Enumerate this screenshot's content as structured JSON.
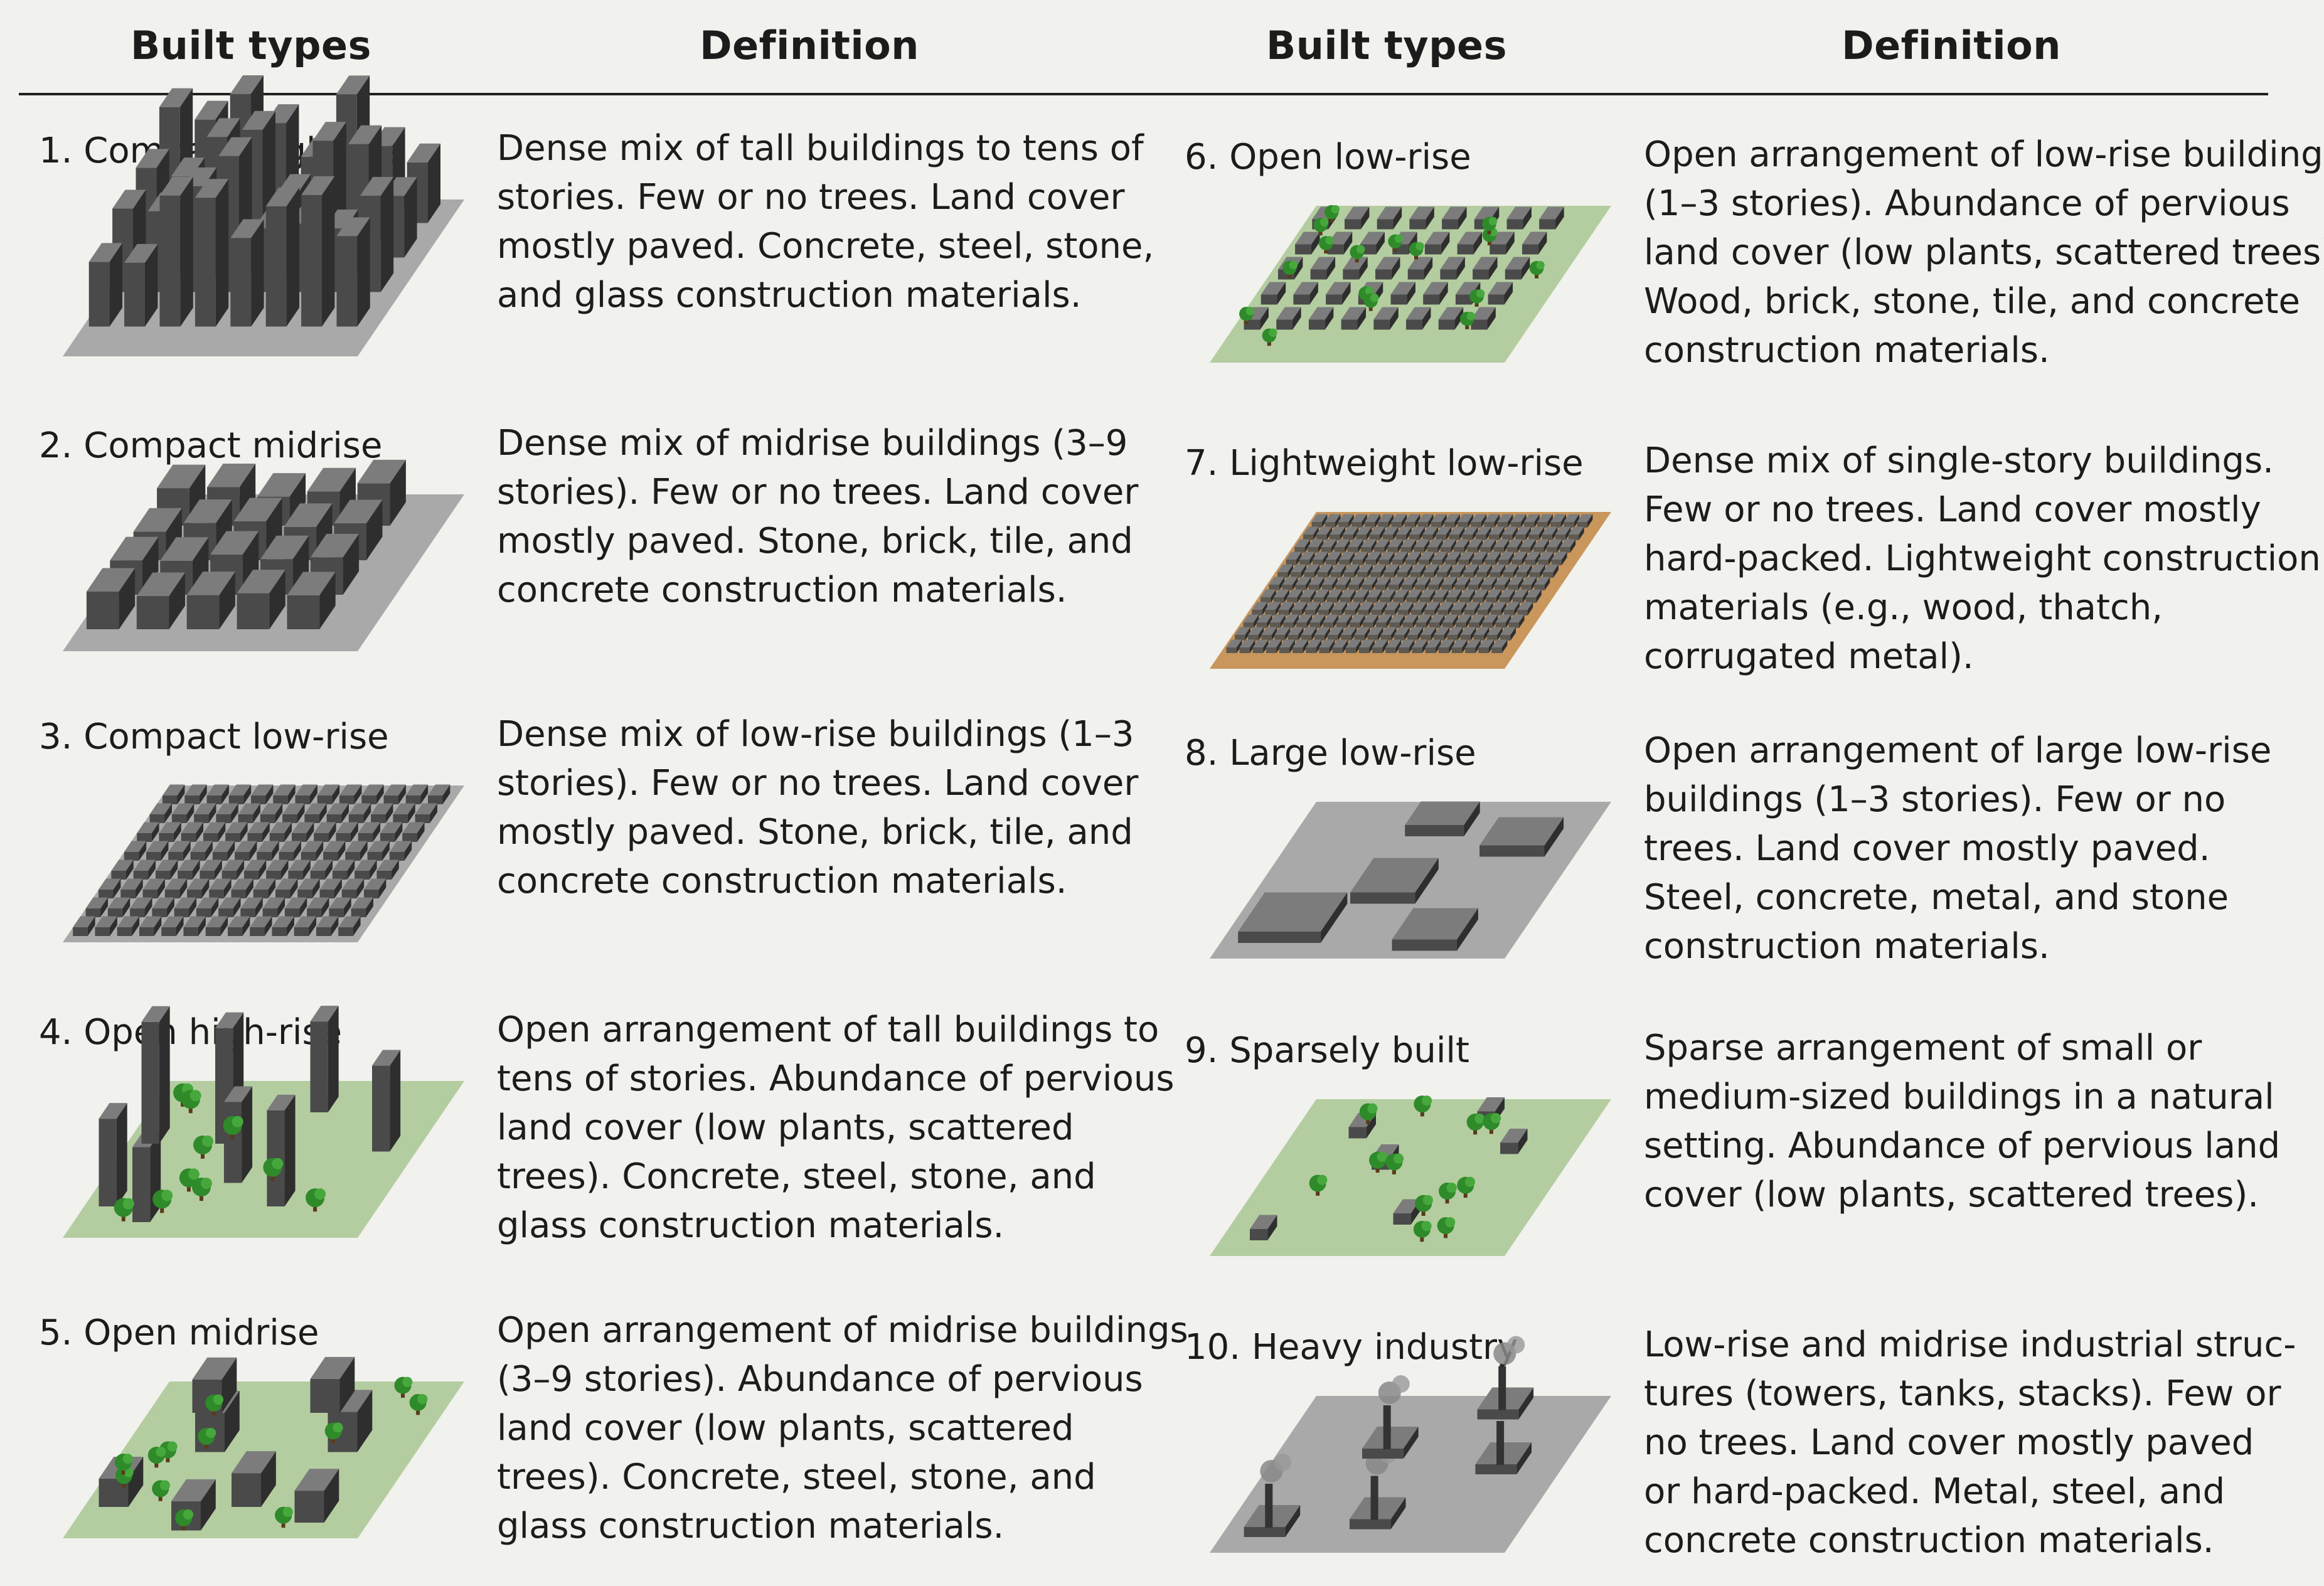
{
  "headers": {
    "left_types": "Built types",
    "left_definition": "Definition",
    "right_types": "Built types",
    "right_definition": "Definition"
  },
  "rows": [
    {
      "label": "1. Compact high-rise",
      "illustration": "compact-high-rise-illustration",
      "lines": [
        "Dense mix of tall buildings to tens of",
        "stories. Few or no trees. Land cover",
        "mostly paved. Concrete, steel, stone,",
        "and glass construction materials."
      ]
    },
    {
      "label": "2. Compact midrise",
      "illustration": "compact-midrise-illustration",
      "lines": [
        "Dense mix of midrise buildings (3–9",
        "stories). Few or no trees. Land cover",
        "mostly paved. Stone, brick, tile, and",
        "concrete construction materials."
      ]
    },
    {
      "label": "3. Compact low-rise",
      "illustration": "compact-low-rise-illustration",
      "lines": [
        "Dense mix of low-rise buildings (1–3",
        "stories). Few or no trees. Land cover",
        "mostly paved. Stone, brick, tile, and",
        "concrete construction materials."
      ]
    },
    {
      "label": "4. Open high-rise",
      "illustration": "open-high-rise-illustration",
      "lines": [
        "Open arrangement of tall buildings to",
        "tens of stories. Abundance of pervious",
        "land cover (low plants, scattered",
        "trees). Concrete, steel, stone, and",
        "glass construction materials."
      ]
    },
    {
      "label": "5. Open midrise",
      "illustration": "open-midrise-illustration",
      "lines": [
        "Open arrangement of midrise buildings",
        "(3–9 stories). Abundance of pervious",
        "land cover (low plants, scattered",
        "trees). Concrete, steel, stone, and",
        "glass construction materials."
      ]
    },
    {
      "label": "6. Open low-rise",
      "illustration": "open-low-rise-illustration",
      "lines": [
        "Open arrangement of low-rise buildings",
        "(1–3 stories). Abundance of pervious",
        "land cover (low plants, scattered trees).",
        "Wood, brick, stone, tile, and concrete",
        "construction materials."
      ]
    },
    {
      "label": "7. Lightweight low-rise",
      "illustration": "lightweight-low-rise-illustration",
      "lines": [
        "Dense mix of single-story buildings.",
        "Few or no trees. Land cover mostly",
        "hard-packed. Lightweight construction",
        "materials (e.g., wood, thatch,",
        "corrugated metal)."
      ]
    },
    {
      "label": "8. Large low-rise",
      "illustration": "large-low-rise-illustration",
      "lines": [
        "Open arrangement of large low-rise",
        "buildings (1–3 stories). Few or no",
        "trees. Land cover mostly paved.",
        "Steel, concrete, metal, and stone",
        "construction materials."
      ]
    },
    {
      "label": "9. Sparsely built",
      "illustration": "sparsely-built-illustration",
      "lines": [
        "Sparse arrangement of small or",
        "medium-sized buildings in a natural",
        "setting. Abundance of pervious land",
        "cover (low plants, scattered trees)."
      ]
    },
    {
      "label": "10. Heavy industry",
      "illustration": "heavy-industry-illustration",
      "lines": [
        "Low-rise and midrise industrial struc-",
        "tures (towers, tanks, stacks). Few or",
        "no trees. Land cover mostly paved",
        "or hard-packed. Metal, steel, and",
        "concrete construction materials."
      ]
    }
  ],
  "colors": {
    "background": "#f1f1ee",
    "pavement": "#a9a9a9",
    "grass": "#b4cda0",
    "bare_soil": "#c9965b",
    "building_dark": "#4a4a4a",
    "tree": "#2f8a2a"
  }
}
